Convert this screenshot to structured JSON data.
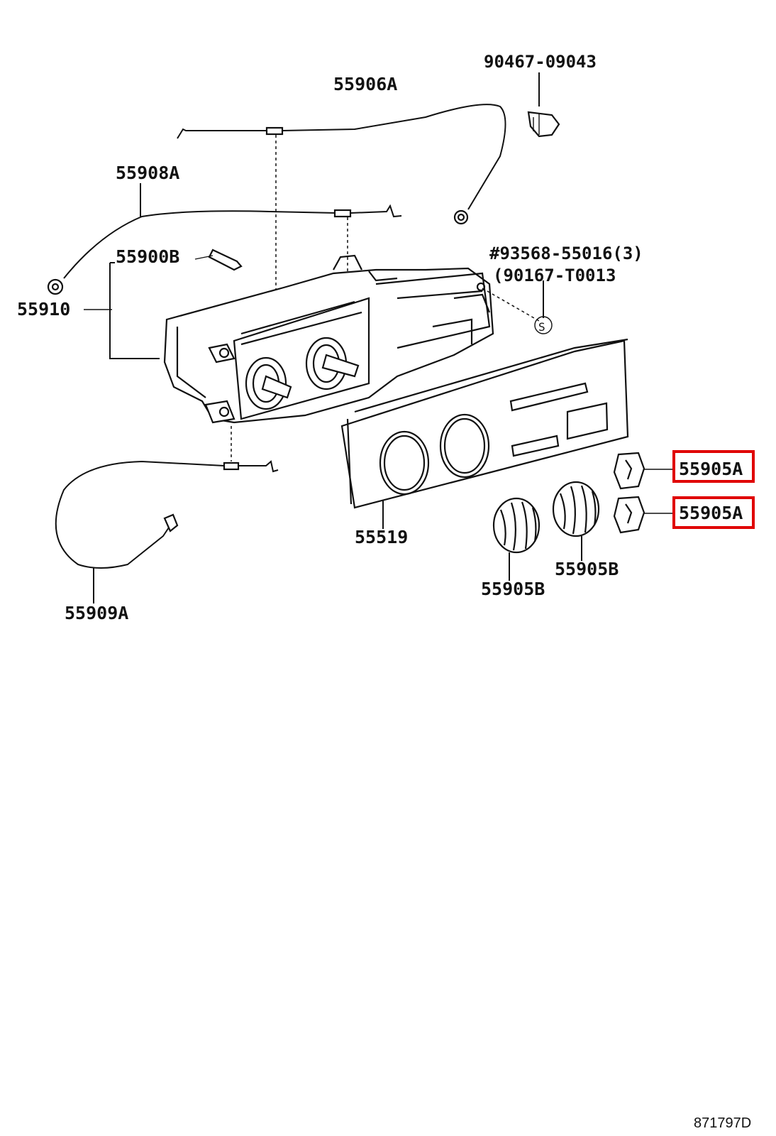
{
  "diagram": {
    "labels": {
      "cable_top": "55906A",
      "clip": "90467-09043",
      "cable_left": "55908A",
      "bulb": "55900B",
      "grommet": "55910",
      "screw_ref": "#93568-55016(3)",
      "screw_alt": "(90167-T0013",
      "screw_symbol": "S",
      "panel": "55519",
      "knob_a_upper": "55905A",
      "knob_a_lower": "55905A",
      "knob_b_right": "55905B",
      "knob_b_left": "55905B",
      "cable_bottom": "55909A"
    },
    "diagram_id": "871797D",
    "highlight_color": "#e00000"
  }
}
